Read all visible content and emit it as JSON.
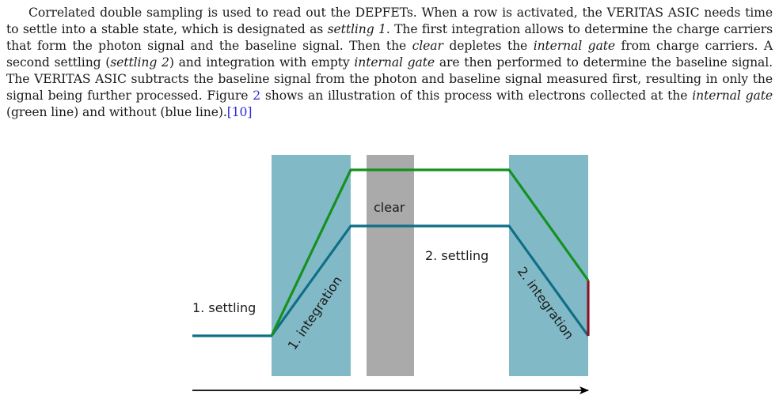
{
  "paragraph": {
    "s1": "Correlated double sampling is used to read out the DEPFETs. When a row is activated, the VERITAS ASIC needs time to settle into a stable state, which is designated as ",
    "s1_em": "settling 1.",
    "s2": " The first integration allows to determine the charge carriers that form the photon signal and the baseline signal. Then the ",
    "s2_em": "clear",
    "s3": " depletes the ",
    "s3_em": "internal gate",
    "s4": " from charge carriers. A second settling (",
    "s4_em": "settling 2",
    "s5": ") and integration with empty ",
    "s5_em": "internal gate",
    "s6": " are then performed to determine the baseline signal. The VERITAS ASIC subtracts the baseline signal from the photon and baseline signal measured first, resulting in only the signal being further processed. Figure ",
    "fig_ref": "2",
    "s7": " shows an illustration of this process with electrons collected at the ",
    "s7_em": "internal gate",
    "s8": " (green line) and without (blue line).",
    "cite": "[10]"
  },
  "figure": {
    "labels": {
      "settling1": "1. settling",
      "integration1": "1. integration",
      "clear": "clear",
      "settling2": "2. settling",
      "integration2": "2. integration"
    },
    "colors": {
      "phase_box": "#82b9c7",
      "clear_box": "#aaaaaa",
      "green_line": "#14911e",
      "blue_line": "#0f6e87",
      "signal_bar": "#8c1428",
      "axis": "#000000"
    }
  }
}
